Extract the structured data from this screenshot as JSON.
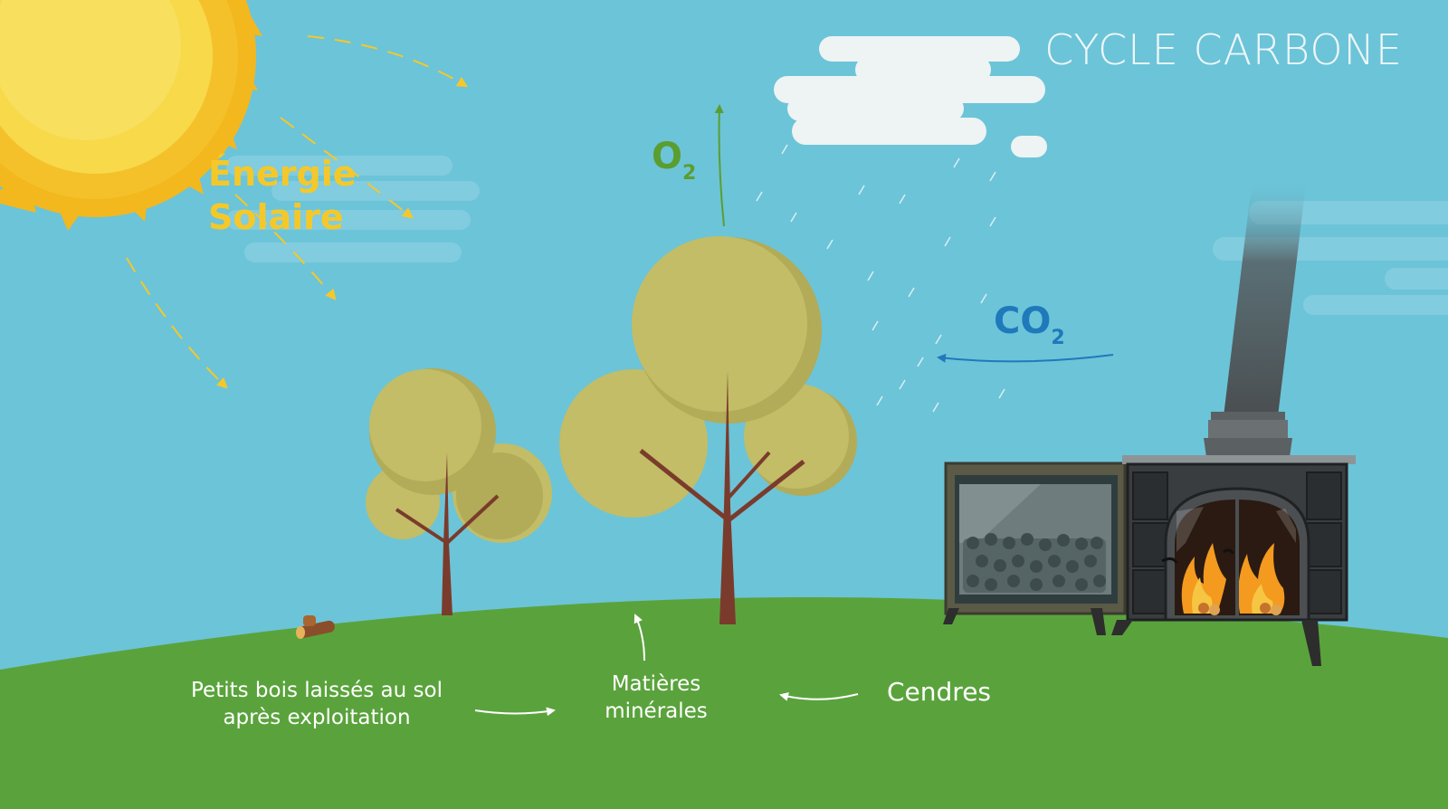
{
  "title": "CYCLE CARBONE",
  "labels": {
    "energy_line1": "Énergie",
    "energy_line2": "Solaire",
    "o2_main": "O",
    "o2_sub": "2",
    "co2_main": "CO",
    "co2_sub": "2",
    "petits_line1": "Petits bois laissés au sol",
    "petits_line2": "après exploitation",
    "matieres_line1": "Matières",
    "matieres_line2": "minérales",
    "cendres": "Cendres"
  },
  "colors": {
    "sky": "#6cc4d8",
    "ground": "#5aa33c",
    "sun": "#f5c829",
    "foliage": "#c2bd66",
    "trunk": "#7a3b2c",
    "o2": "#5a9e30",
    "co2": "#2079bb",
    "stove": "#3a3d3f"
  }
}
